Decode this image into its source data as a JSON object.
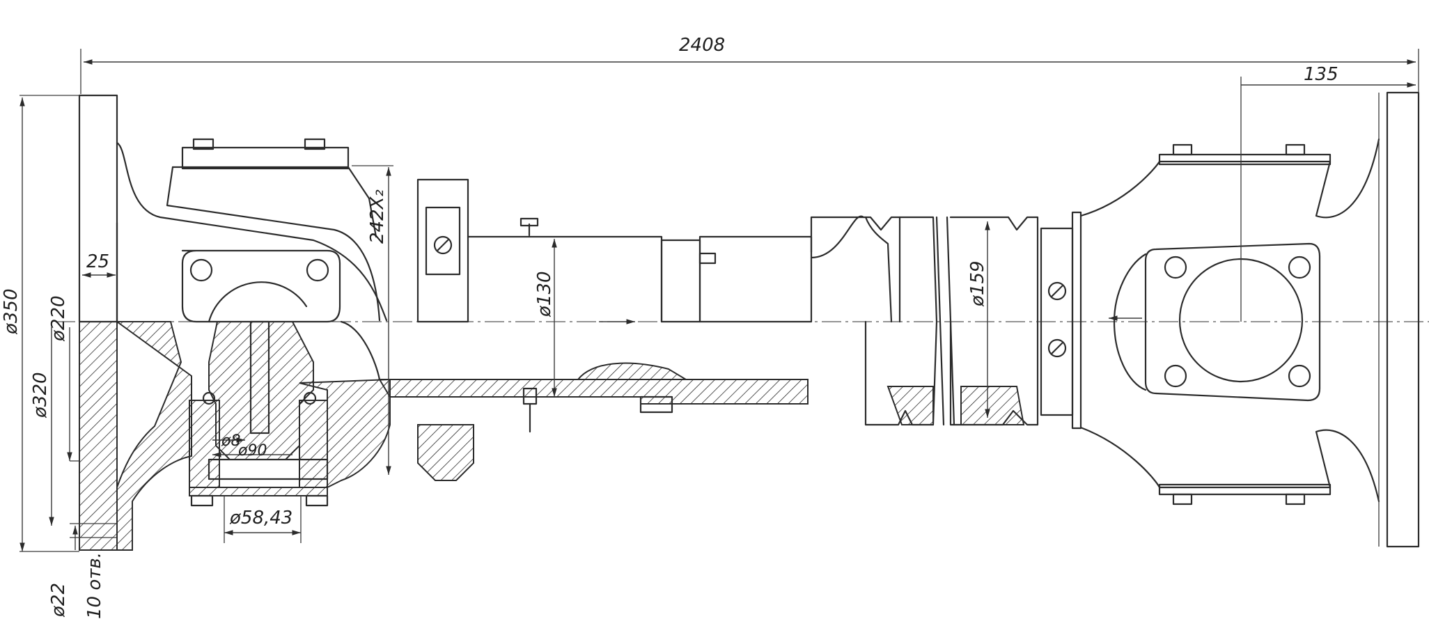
{
  "drawing": {
    "dimensions": {
      "overall_length": "2408",
      "right_offset": "135",
      "flange_thickness": "25",
      "height_label": "242X₂",
      "dia_350": "ø350",
      "dia_320": "ø320",
      "dia_220": "ø220",
      "dia_22": "ø22",
      "holes": "10 отв.",
      "dia_130": "ø130",
      "dia_159": "ø159",
      "dia_8": "ø8",
      "dia_90": "ø90",
      "dia_58": "ø58,43"
    },
    "colors": {
      "ink": "#2b2b2b",
      "paper": "#ffffff"
    }
  }
}
